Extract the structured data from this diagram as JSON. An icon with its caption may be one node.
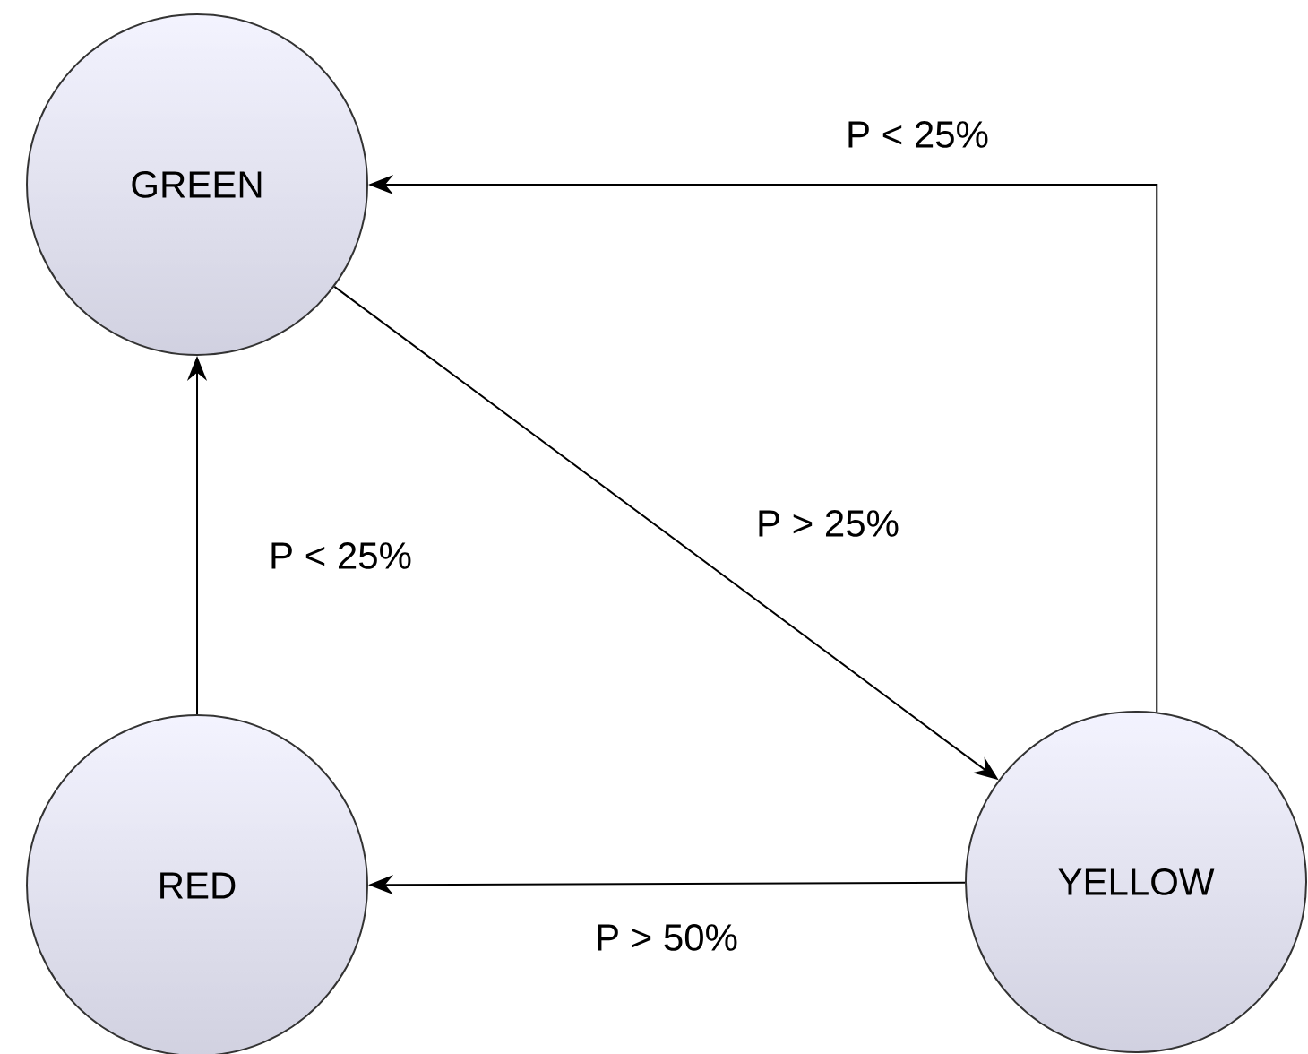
{
  "diagram": {
    "nodes": [
      {
        "text": [
          "GREEN"
        ]
      },
      {
        "text": [
          "RED"
        ]
      },
      {
        "text": [
          "YELLOW"
        ]
      }
    ],
    "edges": [
      {
        "from": 0,
        "to": 2,
        "arrow": "to",
        "label": "P > 25%"
      },
      {
        "from": 2,
        "to": 0,
        "arrow": "to",
        "label": "P < 25%"
      },
      {
        "from": 1,
        "to": 0,
        "arrow": "to",
        "label": "P < 25%"
      },
      {
        "from": 2,
        "to": 1,
        "arrow": "to",
        "label": "P > 50%"
      }
    ]
  }
}
